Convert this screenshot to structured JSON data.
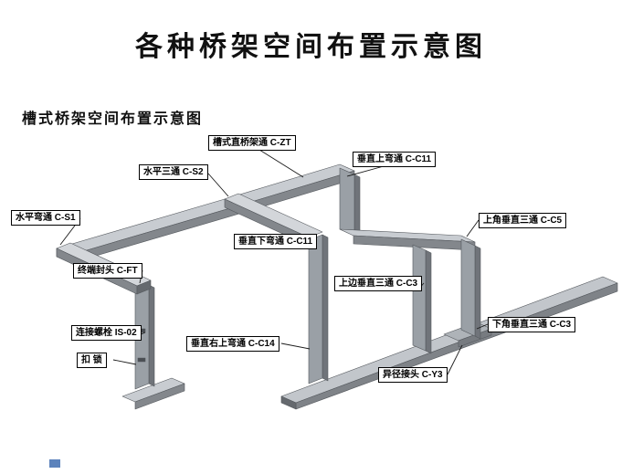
{
  "title": "各种桥架空间布置示意图",
  "subtitle": "槽式桥架空间布置示意图",
  "diagram": {
    "labels": [
      {
        "id": "c-zt",
        "text": "槽式直桥架通 C-ZT"
      },
      {
        "id": "c-s2",
        "text": "水平三通 C-S2"
      },
      {
        "id": "c-c11-up",
        "text": "垂直上弯通 C-C11"
      },
      {
        "id": "c-s1",
        "text": "水平弯通 C-S1"
      },
      {
        "id": "c-c5",
        "text": "上角垂直三通 C-C5"
      },
      {
        "id": "c-c11-down",
        "text": "垂直下弯通 C-C11"
      },
      {
        "id": "c-ft",
        "text": "终端封头 C-FT"
      },
      {
        "id": "c-c3-upper",
        "text": "上边垂直三通 C-C3"
      },
      {
        "id": "is-02",
        "text": "连接螺栓 IS-02"
      },
      {
        "id": "c-c14",
        "text": "垂直右上弯通 C-C14"
      },
      {
        "id": "c-c3-lower",
        "text": "下角垂直三通 C-C3"
      },
      {
        "id": "kousuo",
        "text": "扣 锁"
      },
      {
        "id": "c-y3",
        "text": "异径接头 C-Y3"
      }
    ],
    "colors": {
      "tray_top": "#c8ccd1",
      "tray_top_light": "#d3d6da",
      "tray_side": "#83878c",
      "post_face": "#9aa0a6",
      "end_cap": "#65696e",
      "leader_line": "#1a1a1a"
    }
  }
}
